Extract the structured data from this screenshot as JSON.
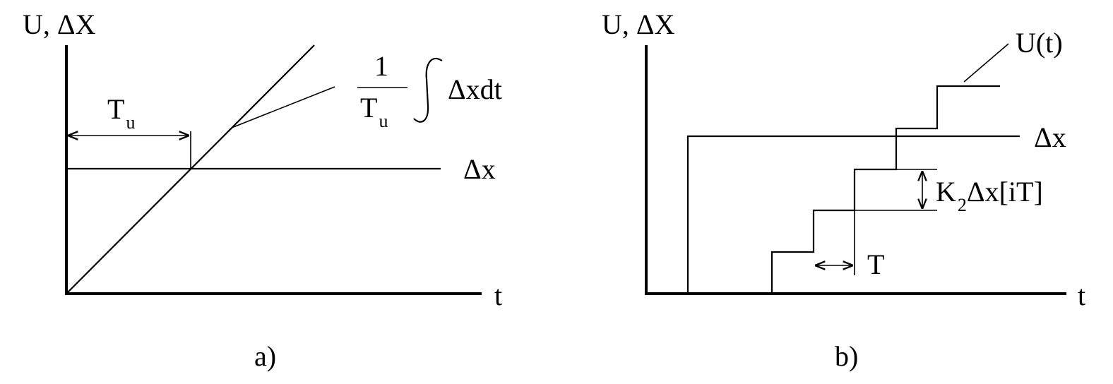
{
  "panel_a": {
    "y_axis_label": "U, ΔX",
    "x_axis_label": "t",
    "ti_label": "T",
    "ti_subscript": "u",
    "integral_numerator": "1",
    "integral_denominator": "T",
    "integral_den_subscript": "u",
    "integral_expr": "Δxdt",
    "delta_x_label": "Δx",
    "caption": "a)"
  },
  "panel_b": {
    "y_axis_label": "U, ΔX",
    "x_axis_label": "t",
    "u_label": "U(t)",
    "delta_x_label": "Δx",
    "k_label": "K",
    "k_subscript": "2",
    "k_expr": "Δx[iT]",
    "t_label": "T",
    "caption": "b)"
  }
}
